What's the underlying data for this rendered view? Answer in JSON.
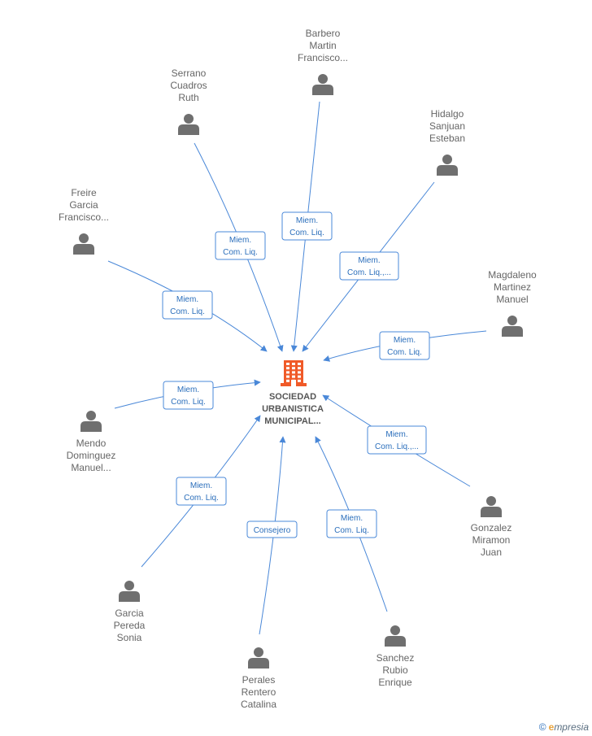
{
  "center": {
    "label_lines": [
      "SOCIEDAD",
      "URBANISTICA",
      "MUNICIPAL..."
    ]
  },
  "people": [
    {
      "id": "barbero",
      "lines": [
        "Barbero",
        "Martin",
        "Francisco..."
      ],
      "role": [
        "Miem.",
        "Com. Liq."
      ]
    },
    {
      "id": "serrano",
      "lines": [
        "Serrano",
        "Cuadros",
        "Ruth"
      ],
      "role": [
        "Miem.",
        "Com. Liq."
      ]
    },
    {
      "id": "hidalgo",
      "lines": [
        "Hidalgo",
        "Sanjuan",
        "Esteban"
      ],
      "role": [
        "Miem.",
        "Com. Liq.,..."
      ]
    },
    {
      "id": "freire",
      "lines": [
        "Freire",
        "Garcia",
        "Francisco..."
      ],
      "role": [
        "Miem.",
        "Com. Liq."
      ]
    },
    {
      "id": "magdaleno",
      "lines": [
        "Magdaleno",
        "Martinez",
        "Manuel"
      ],
      "role": [
        "Miem.",
        "Com. Liq."
      ]
    },
    {
      "id": "mendo",
      "lines": [
        "Mendo",
        "Dominguez",
        "Manuel..."
      ],
      "role": [
        "Miem.",
        "Com. Liq."
      ]
    },
    {
      "id": "gonzalez",
      "lines": [
        "Gonzalez",
        "Miramon",
        "Juan"
      ],
      "role": [
        "Miem.",
        "Com. Liq.,..."
      ]
    },
    {
      "id": "garcia",
      "lines": [
        "Garcia",
        "Pereda",
        "Sonia"
      ],
      "role": [
        "Miem.",
        "Com. Liq."
      ]
    },
    {
      "id": "perales",
      "lines": [
        "Perales",
        "Rentero",
        "Catalina"
      ],
      "role": [
        "Consejero"
      ]
    },
    {
      "id": "sanchez",
      "lines": [
        "Sanchez",
        "Rubio",
        "Enrique"
      ],
      "role": [
        "Miem.",
        "Com. Liq."
      ]
    }
  ],
  "footer": {
    "copyright": "©",
    "brand_initial": "e",
    "brand_rest": "mpresia"
  },
  "colors": {
    "edge": "#4a88d8",
    "person": "#6f6f6f",
    "building": "#f05a28",
    "label_border": "#4a88d8"
  }
}
